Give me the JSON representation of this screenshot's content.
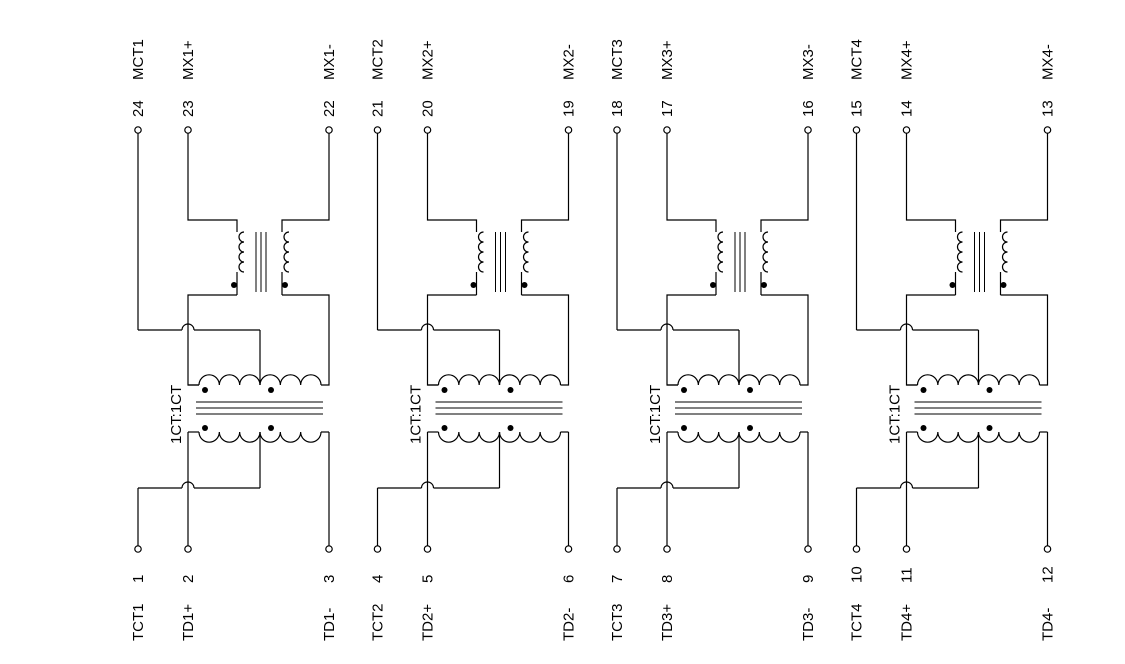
{
  "colors": {
    "line": "#000000",
    "background": "#ffffff"
  },
  "channels": [
    {
      "ratio": "1CT:1CT",
      "top": [
        {
          "num": "24",
          "name": "MCT1"
        },
        {
          "num": "23",
          "name": "MX1+"
        },
        {
          "num": "22",
          "name": "MX1-"
        }
      ],
      "bottom": [
        {
          "num": "1",
          "name": "TCT1"
        },
        {
          "num": "2",
          "name": "TD1+"
        },
        {
          "num": "3",
          "name": "TD1-"
        }
      ]
    },
    {
      "ratio": "1CT:1CT",
      "top": [
        {
          "num": "21",
          "name": "MCT2"
        },
        {
          "num": "20",
          "name": "MX2+"
        },
        {
          "num": "19",
          "name": "MX2-"
        }
      ],
      "bottom": [
        {
          "num": "4",
          "name": "TCT2"
        },
        {
          "num": "5",
          "name": "TD2+"
        },
        {
          "num": "6",
          "name": "TD2-"
        }
      ]
    },
    {
      "ratio": "1CT:1CT",
      "top": [
        {
          "num": "18",
          "name": "MCT3"
        },
        {
          "num": "17",
          "name": "MX3+"
        },
        {
          "num": "16",
          "name": "MX3-"
        }
      ],
      "bottom": [
        {
          "num": "7",
          "name": "TCT3"
        },
        {
          "num": "8",
          "name": "TD3+"
        },
        {
          "num": "9",
          "name": "TD3-"
        }
      ]
    },
    {
      "ratio": "1CT:1CT",
      "top": [
        {
          "num": "15",
          "name": "MCT4"
        },
        {
          "num": "14",
          "name": "MX4+"
        },
        {
          "num": "13",
          "name": "MX4-"
        }
      ],
      "bottom": [
        {
          "num": "10",
          "name": "TCT4"
        },
        {
          "num": "11",
          "name": "TD4+"
        },
        {
          "num": "12",
          "name": "TD4-"
        }
      ]
    }
  ]
}
